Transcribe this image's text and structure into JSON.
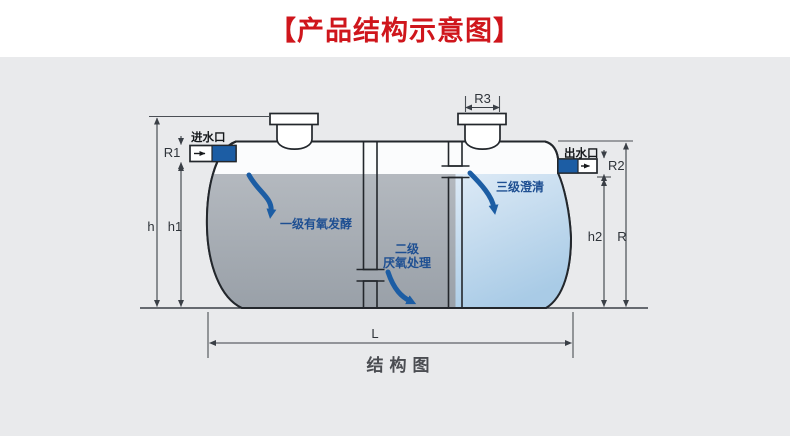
{
  "title": "【产品结构示意图】",
  "caption": "结构图",
  "labels": {
    "inlet": "进水口",
    "outlet": "出水口",
    "stage1": "一级有氧发酵",
    "stage2_line1": "二级",
    "stage2_line2": "厌氧处理",
    "stage3": "三级澄清"
  },
  "dimensions": {
    "r1": "R1",
    "r2": "R2",
    "r3": "R3",
    "h": "h",
    "h1": "h1",
    "h2": "h2",
    "r": "R",
    "l": "L"
  },
  "colors": {
    "title_red": "#cf161c",
    "accent_blue": "#1c5da4",
    "stage_label_blue": "#1e4f92",
    "diagram_bg": "#e9eaec",
    "outline_dark": "#23272c",
    "water_gray_top": "#b4b9bf",
    "water_gray_bottom": "#99a0a8",
    "water_blue_light": "#ddeaf6",
    "water_blue_deep": "#a9cbe6"
  }
}
